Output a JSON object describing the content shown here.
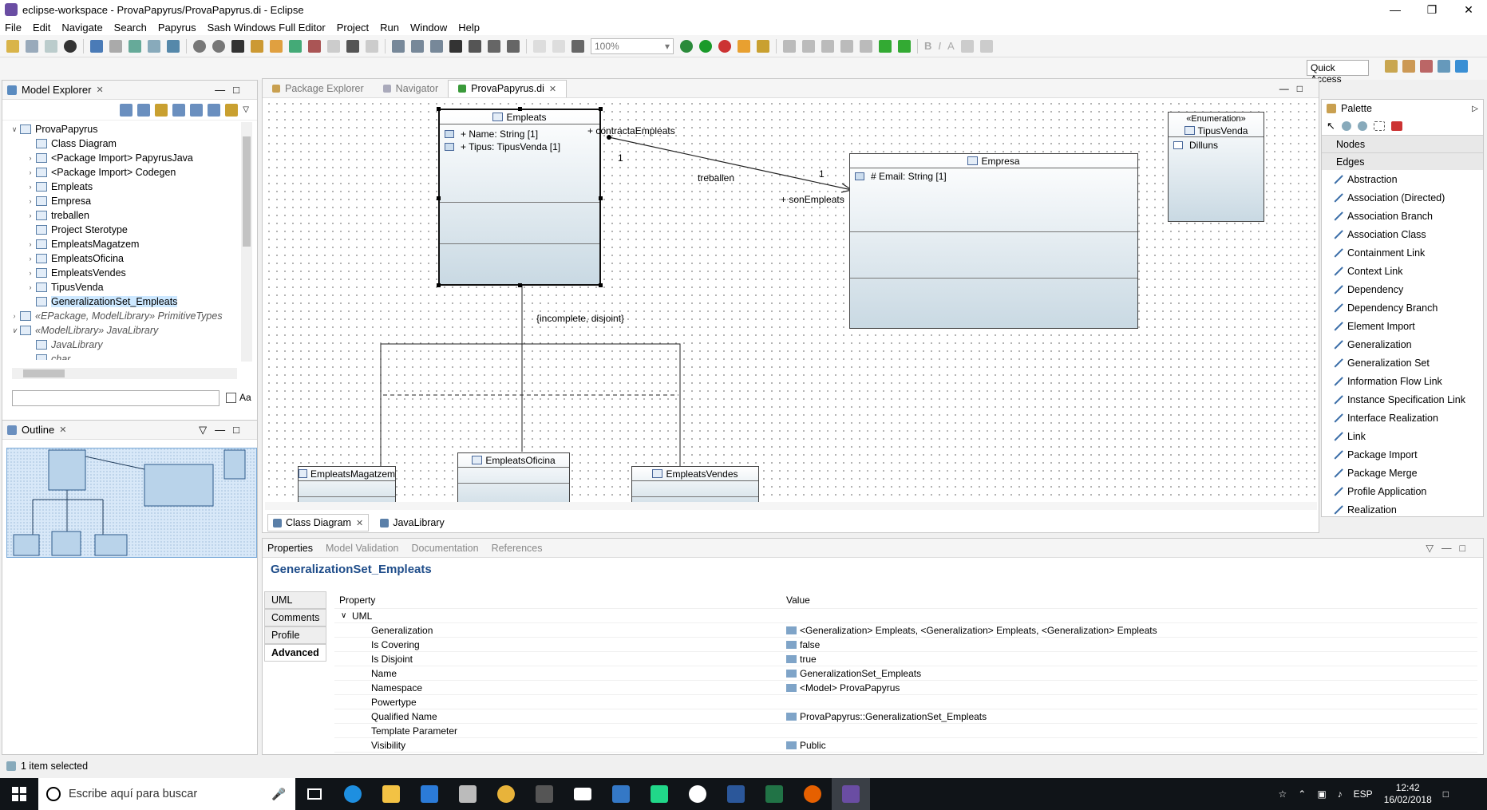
{
  "window": {
    "title": "eclipse-workspace - ProvaPapyrus/ProvaPapyrus.di - Eclipse"
  },
  "menu": [
    "File",
    "Edit",
    "Navigate",
    "Search",
    "Papyrus",
    "Sash Windows Full Editor",
    "Project",
    "Run",
    "Window",
    "Help"
  ],
  "toolbar": {
    "zoom": "100%"
  },
  "quick_access": "Quick Access",
  "model_explorer": {
    "title": "Model Explorer",
    "tree": [
      {
        "label": "ProvaPapyrus",
        "depth": 0,
        "arrow": "open"
      },
      {
        "label": "Class Diagram",
        "depth": 1,
        "arrow": ""
      },
      {
        "label": "<Package Import> PapyrusJava",
        "depth": 1,
        "arrow": "closed"
      },
      {
        "label": "<Package Import> Codegen",
        "depth": 1,
        "arrow": "closed"
      },
      {
        "label": "Empleats",
        "depth": 1,
        "arrow": "closed"
      },
      {
        "label": "Empresa",
        "depth": 1,
        "arrow": "closed"
      },
      {
        "label": "treballen",
        "depth": 1,
        "arrow": "closed"
      },
      {
        "label": "Project Sterotype",
        "depth": 1,
        "arrow": ""
      },
      {
        "label": "EmpleatsMagatzem",
        "depth": 1,
        "arrow": "closed"
      },
      {
        "label": "EmpleatsOficina",
        "depth": 1,
        "arrow": "closed"
      },
      {
        "label": "EmpleatsVendes",
        "depth": 1,
        "arrow": "closed"
      },
      {
        "label": "TipusVenda",
        "depth": 1,
        "arrow": "closed"
      },
      {
        "label": "GeneralizationSet_Empleats",
        "depth": 1,
        "arrow": "",
        "selected": true
      },
      {
        "label": "«EPackage, ModelLibrary» PrimitiveTypes",
        "depth": 0,
        "arrow": "closed",
        "italic": true
      },
      {
        "label": "«ModelLibrary» JavaLibrary",
        "depth": 0,
        "arrow": "open",
        "italic": true
      },
      {
        "label": "JavaLibrary",
        "depth": 1,
        "arrow": "",
        "italic": true
      },
      {
        "label": "char",
        "depth": 1,
        "arrow": "",
        "italic": true
      }
    ],
    "case_label": "Aa"
  },
  "outline": {
    "title": "Outline"
  },
  "editor": {
    "tabs": [
      "Package Explorer",
      "Navigator",
      "ProvaPapyrus.di"
    ],
    "bottom_tabs": [
      "Class Diagram",
      "JavaLibrary"
    ]
  },
  "diagram": {
    "empleats": {
      "name": "Empleats",
      "attrs": [
        "+ Name: String [1]",
        "+ Tipus: TipusVenda [1]"
      ]
    },
    "empresa": {
      "name": "Empresa",
      "attrs": [
        "# Email: String [1]"
      ]
    },
    "enumeration": {
      "stereotype": "«Enumeration»",
      "name": "TipusVenda",
      "literal": "Dilluns"
    },
    "magatzem": {
      "name": "EmpleatsMagatzem"
    },
    "oficina": {
      "name": "EmpleatsOficina"
    },
    "vendes": {
      "name": "EmpleatsVendes"
    },
    "assoc": {
      "name": "treballen",
      "end1_role": "+ contractaEmpleats",
      "end1_mult": "1",
      "end2_role": "+ sonEmpleats",
      "end2_mult": "1"
    },
    "gen_set_label": "{incomplete, disjoint}"
  },
  "palette": {
    "title": "Palette",
    "drawers": {
      "nodes": "Nodes",
      "edges": "Edges"
    },
    "edges": [
      "Abstraction",
      "Association (Directed)",
      "Association Branch",
      "Association Class",
      "Containment Link",
      "Context Link",
      "Dependency",
      "Dependency Branch",
      "Element Import",
      "Generalization",
      "Generalization Set",
      "Information Flow Link",
      "Instance Specification Link",
      "Interface Realization",
      "Link",
      "Package Import",
      "Package Merge",
      "Profile Application",
      "Realization"
    ]
  },
  "properties": {
    "tabs": [
      "Properties",
      "Model Validation",
      "Documentation",
      "References"
    ],
    "title": "GeneralizationSet_Empleats",
    "side_tabs": [
      "UML",
      "Comments",
      "Profile",
      "Advanced"
    ],
    "col_property": "Property",
    "col_value": "Value",
    "group": "UML",
    "rows": [
      {
        "name": "Generalization",
        "value": "<Generalization> Empleats, <Generalization> Empleats, <Generalization> Empleats"
      },
      {
        "name": "Is Covering",
        "value": "false"
      },
      {
        "name": "Is Disjoint",
        "value": "true"
      },
      {
        "name": "Name",
        "value": "GeneralizationSet_Empleats"
      },
      {
        "name": "Namespace",
        "value": "<Model> ProvaPapyrus"
      },
      {
        "name": "Powertype",
        "value": ""
      },
      {
        "name": "Qualified Name",
        "value": "ProvaPapyrus::GeneralizationSet_Empleats"
      },
      {
        "name": "Template Parameter",
        "value": ""
      },
      {
        "name": "Visibility",
        "value": "Public"
      }
    ]
  },
  "status": "1 item selected",
  "taskbar": {
    "search": "Escribe aquí para buscar",
    "lang": "ESP",
    "time": "12:42",
    "date": "16/02/2018"
  }
}
